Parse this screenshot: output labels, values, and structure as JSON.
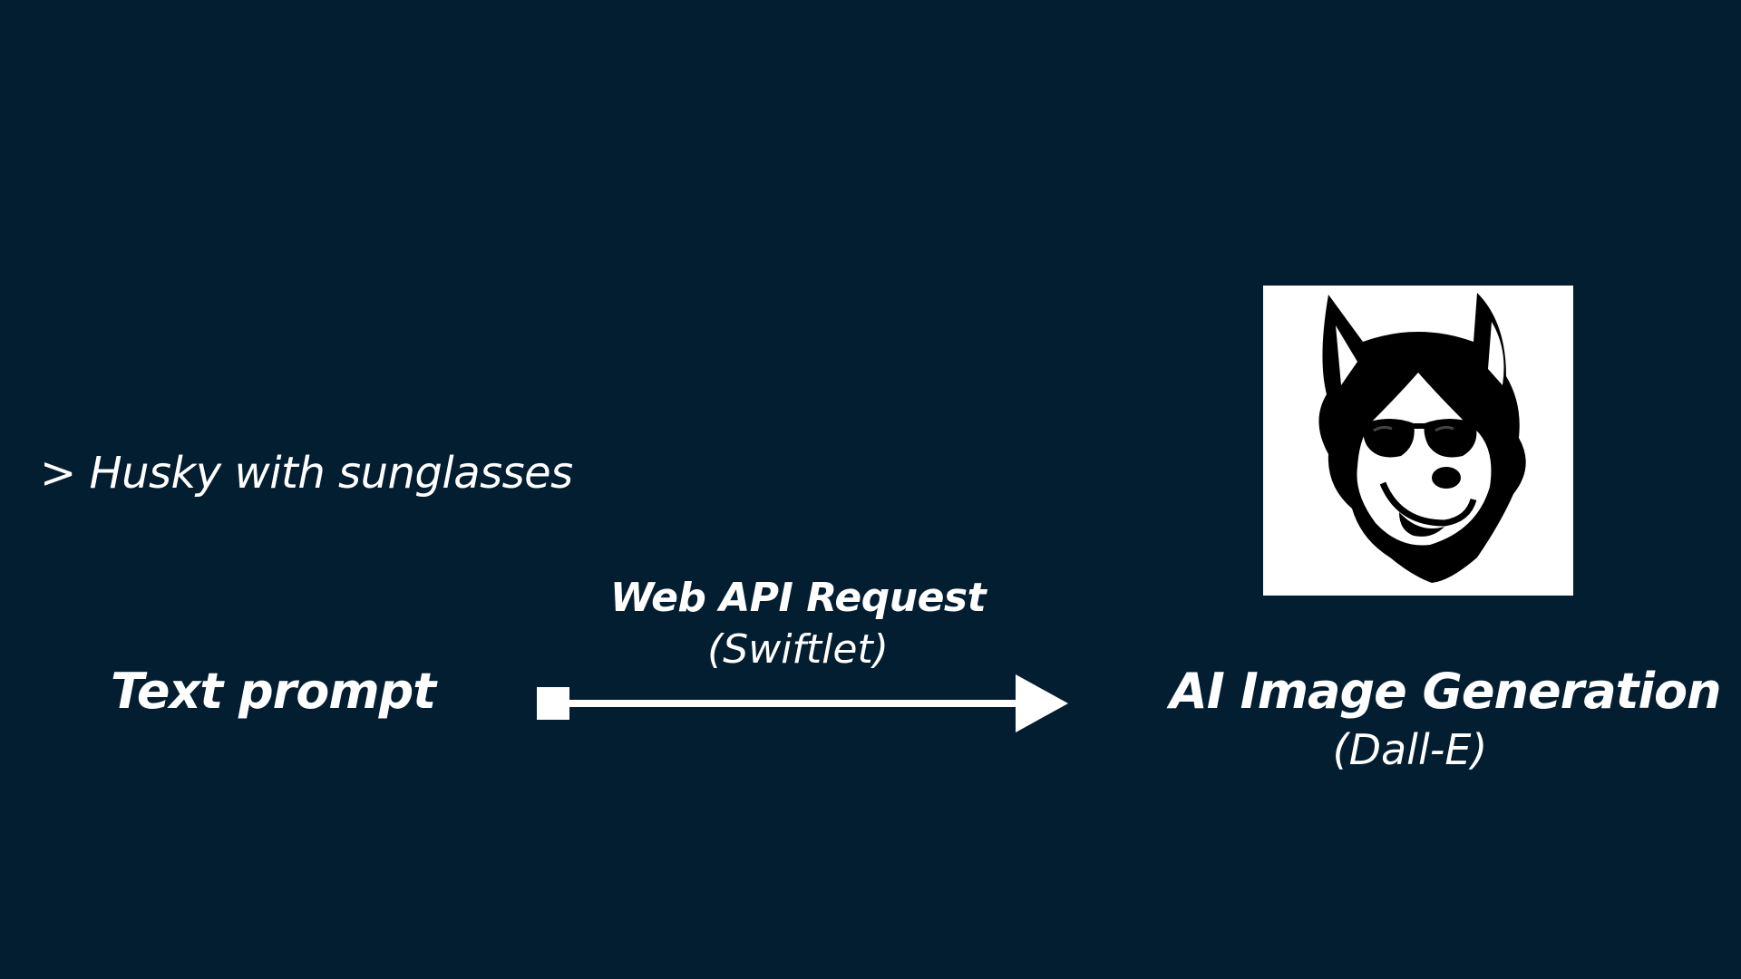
{
  "input": {
    "prompt": "> Husky with sunglasses",
    "label": "Text prompt"
  },
  "connector": {
    "title": "Web API Request",
    "subtitle": "(Swiftlet)"
  },
  "output": {
    "title": "AI Image Generation",
    "subtitle": "(Dall-E)",
    "image_subject": "husky-with-sunglasses-illustration"
  },
  "colors": {
    "background": "#031e31",
    "foreground": "#ffffff"
  }
}
